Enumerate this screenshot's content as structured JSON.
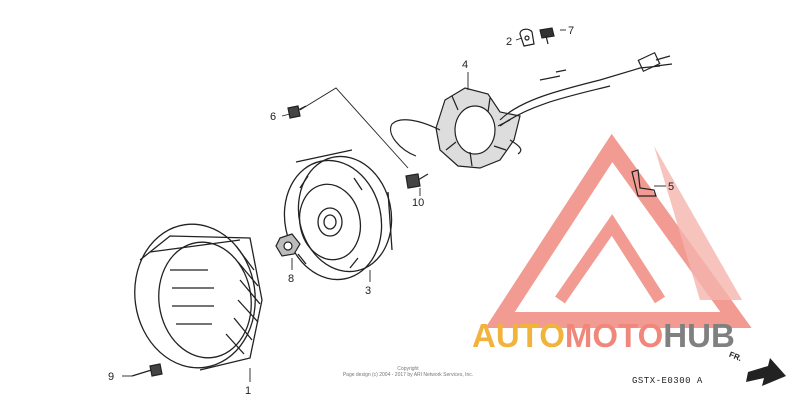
{
  "callouts": [
    {
      "id": "1",
      "label": "1"
    },
    {
      "id": "2",
      "label": "2"
    },
    {
      "id": "3",
      "label": "3"
    },
    {
      "id": "4",
      "label": "4"
    },
    {
      "id": "5",
      "label": "5"
    },
    {
      "id": "6",
      "label": "6"
    },
    {
      "id": "7",
      "label": "7"
    },
    {
      "id": "8",
      "label": "8"
    },
    {
      "id": "9",
      "label": "9"
    },
    {
      "id": "10",
      "label": "10"
    }
  ],
  "watermark": {
    "brand_part1": "AUTO",
    "brand_part2": "MOTO",
    "brand_part3": "HUB",
    "colors": {
      "auto": "#f2b33d",
      "moto": "#f0877a",
      "hub": "#808080",
      "triangle": "#f08a80"
    }
  },
  "copyright": {
    "line1": "Copyright",
    "line2": "Page design (c) 2004 - 2017 by ARI Network Services, Inc."
  },
  "diagram_code": "GSTX-E0300 A",
  "direction_label": "FR."
}
